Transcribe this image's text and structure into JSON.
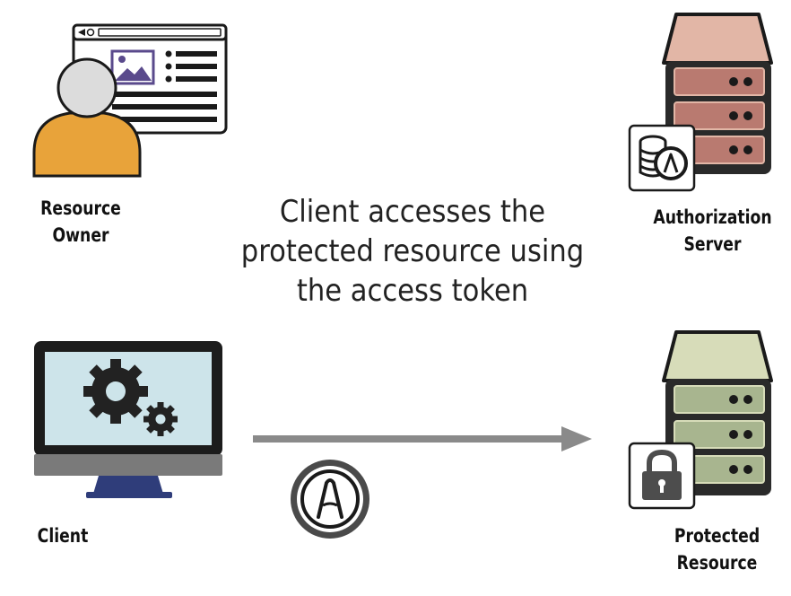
{
  "caption": {
    "line1": "Client accesses the",
    "line2": "protected resource using",
    "line3": "the access token"
  },
  "actors": {
    "resource_owner": {
      "line1": "Resource",
      "line2": "Owner"
    },
    "authorization_server": {
      "line1": "Authorization",
      "line2": "Server"
    },
    "client": {
      "line1": "Client"
    },
    "protected_resource": {
      "line1": "Protected",
      "line2": "Resource"
    }
  },
  "colors": {
    "owner_body": "#e8a33a",
    "auth_server_top": "#e2b6a6",
    "auth_server_drawer": "#b97a70",
    "protected_server_top": "#d7dcb9",
    "protected_server_drawer": "#a8b58f",
    "monitor_screen": "#cde4ea",
    "monitor_stand": "#2f3d7a",
    "arrow": "#8a8a8a",
    "token_ring": "#4a4a4a"
  },
  "icons": {
    "owner": "person-with-browser-icon",
    "auth_server": "server-stack-icon",
    "auth_token": "coin-stack-token-icon",
    "client": "monitor-gears-icon",
    "protected_server": "server-stack-icon",
    "lock": "padlock-icon",
    "token": "access-token-icon",
    "arrow": "right-arrow-icon"
  }
}
